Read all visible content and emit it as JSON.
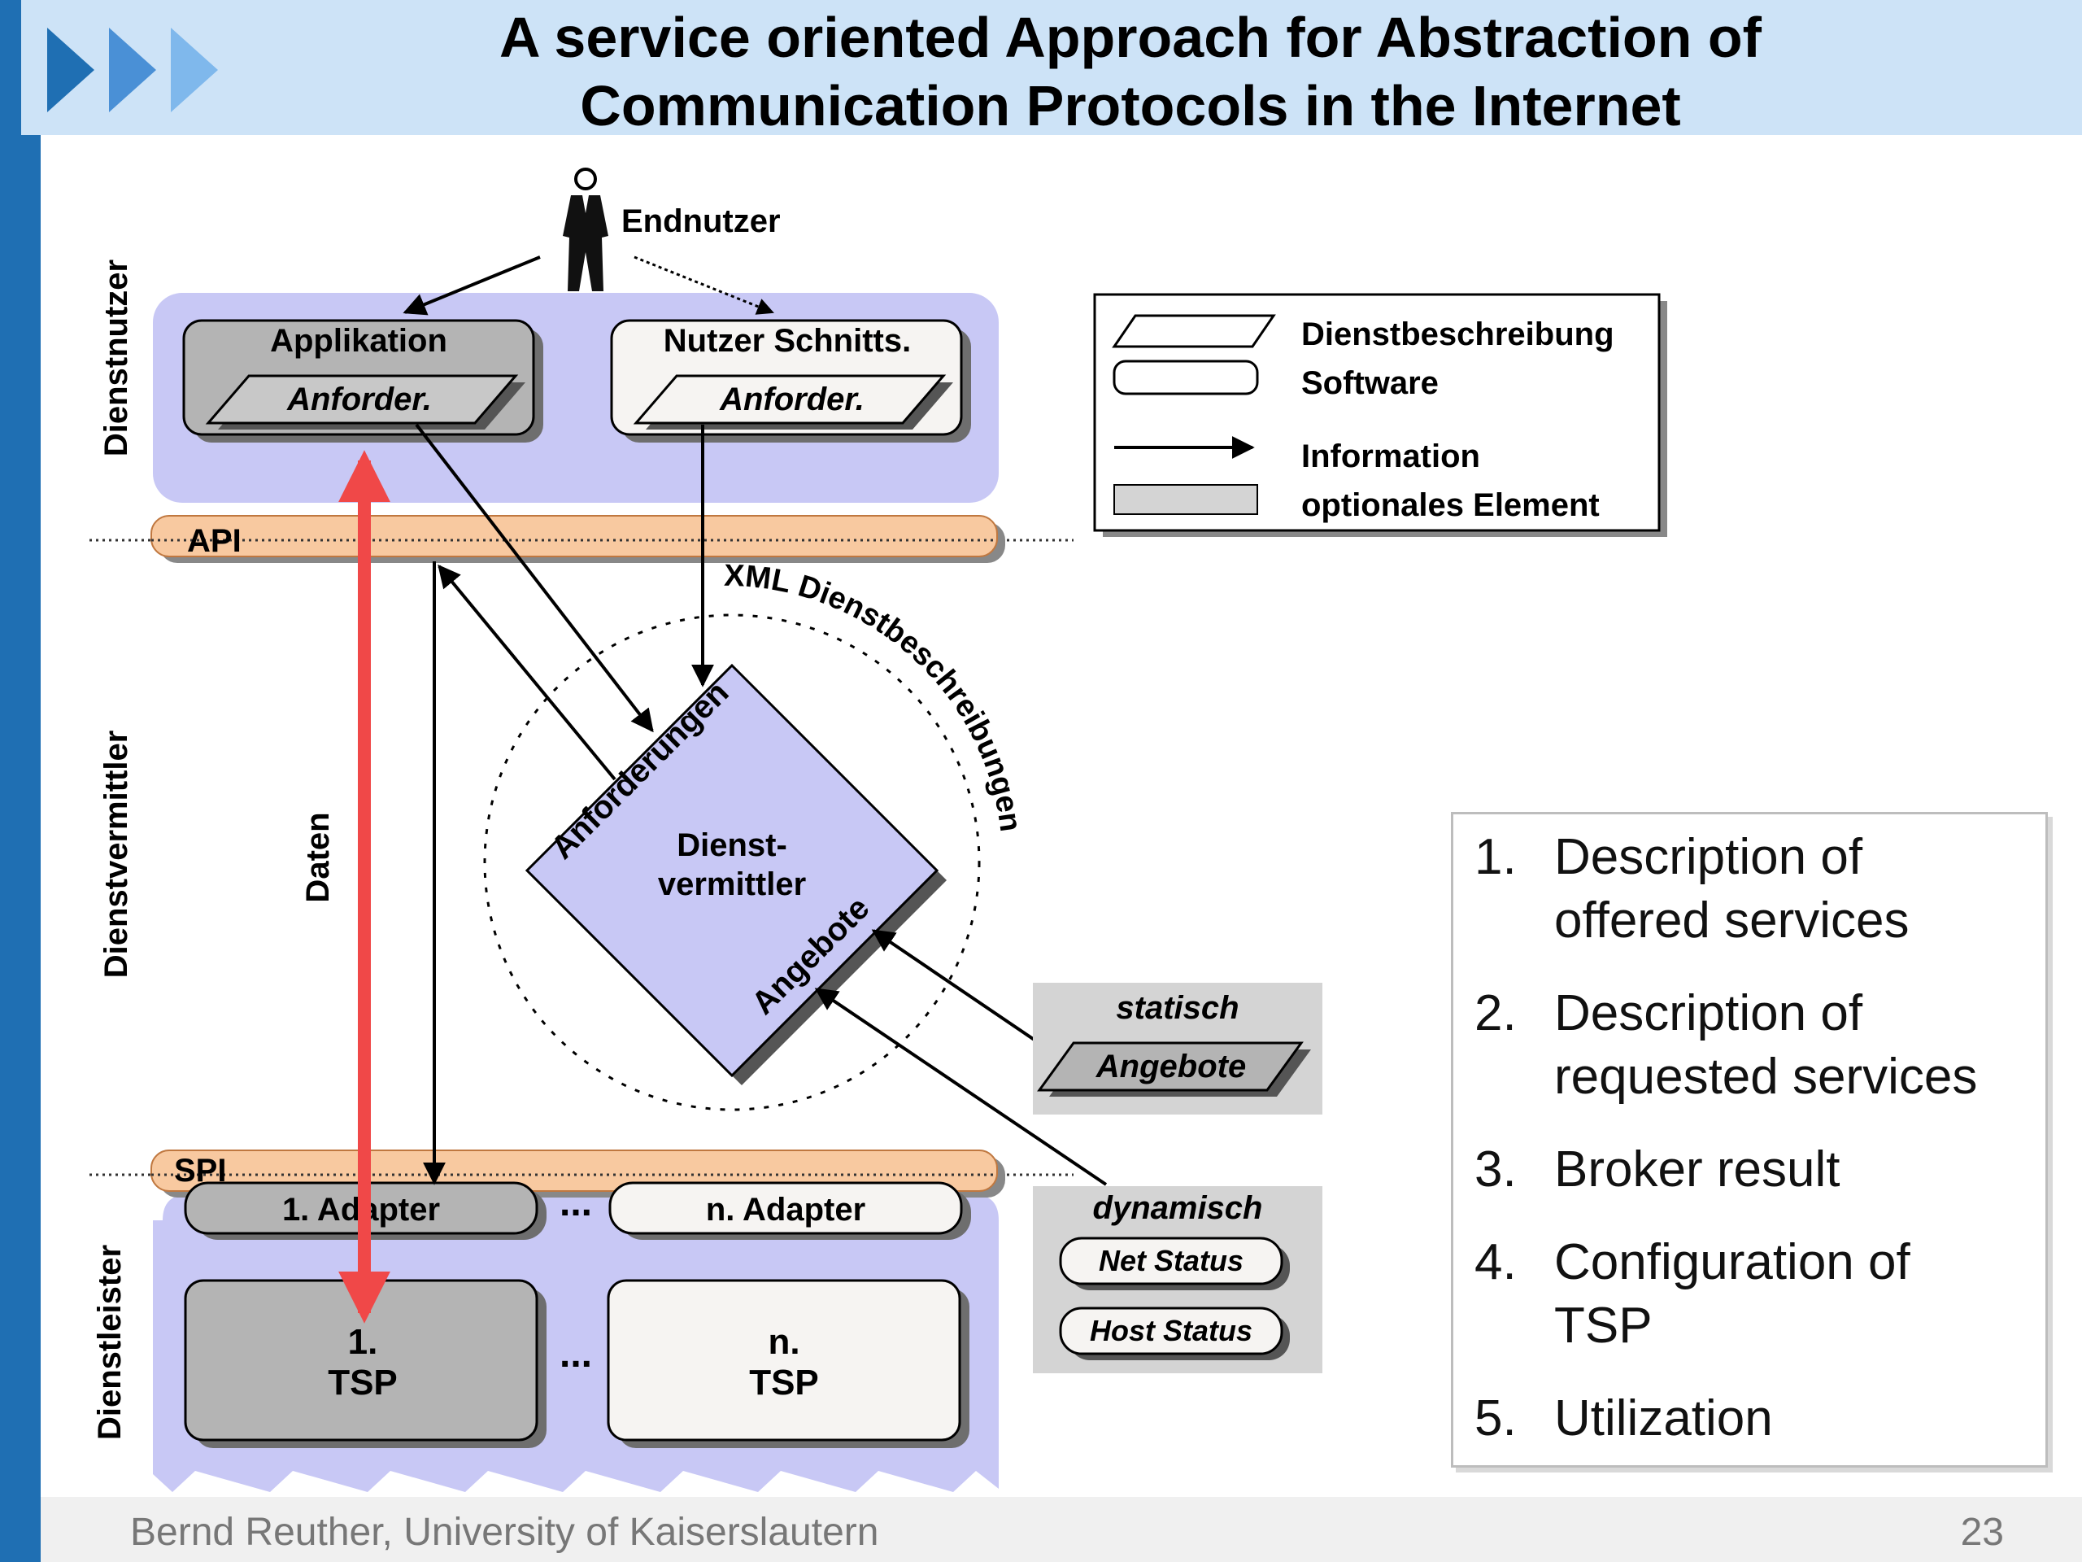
{
  "header": {
    "title_line1": "A service oriented Approach for Abstraction of",
    "title_line2": "Communication Protocols in the Internet"
  },
  "diagram": {
    "layers": {
      "top": "Dienstnutzer",
      "middle": "Dienstvermittler",
      "bottom": "Dienstleister"
    },
    "endnutzer": "Endnutzer",
    "applikation": "Applikation",
    "nutzer_schnitts": "Nutzer Schnitts.",
    "anforder": "Anforder.",
    "api": "API",
    "spi": "SPI",
    "daten": "Daten",
    "xml_label": "XML Dienstbeschreibungen",
    "broker_line1": "Dienst-",
    "broker_line2": "vermittler",
    "anforderungen": "Anforderungen",
    "angebote": "Angebote",
    "statisch": "statisch",
    "statisch_angebote": "Angebote",
    "dynamisch": "dynamisch",
    "net_status": "Net Status",
    "host_status": "Host Status",
    "adapter1": "1. Adapter",
    "adapter_n": "n. Adapter",
    "tsp1_line1": "1.",
    "tsp1_line2": "TSP",
    "tspn_line1": "n.",
    "tspn_line2": "TSP",
    "ellipsis": "..."
  },
  "legend": {
    "dienstbeschreibung": "Dienstbeschreibung",
    "software": "Software",
    "information": "Information",
    "optionales": "optionales Element"
  },
  "steps": [
    {
      "num": "1.",
      "text": "Description of offered services"
    },
    {
      "num": "2.",
      "text": "Description of requested services"
    },
    {
      "num": "3.",
      "text": "Broker result"
    },
    {
      "num": "4.",
      "text": "Configuration of TSP"
    },
    {
      "num": "5.",
      "text": "Utilization"
    }
  ],
  "footer": {
    "author": "Bernd Reuther, University of Kaiserslautern",
    "page": "23"
  },
  "colors": {
    "lilac": "#c8c8f5",
    "orange": "#f8c9a0",
    "red_arrow": "#f04848",
    "header_bg": "#cde3f7",
    "left_bar": "#1f6fb3"
  }
}
